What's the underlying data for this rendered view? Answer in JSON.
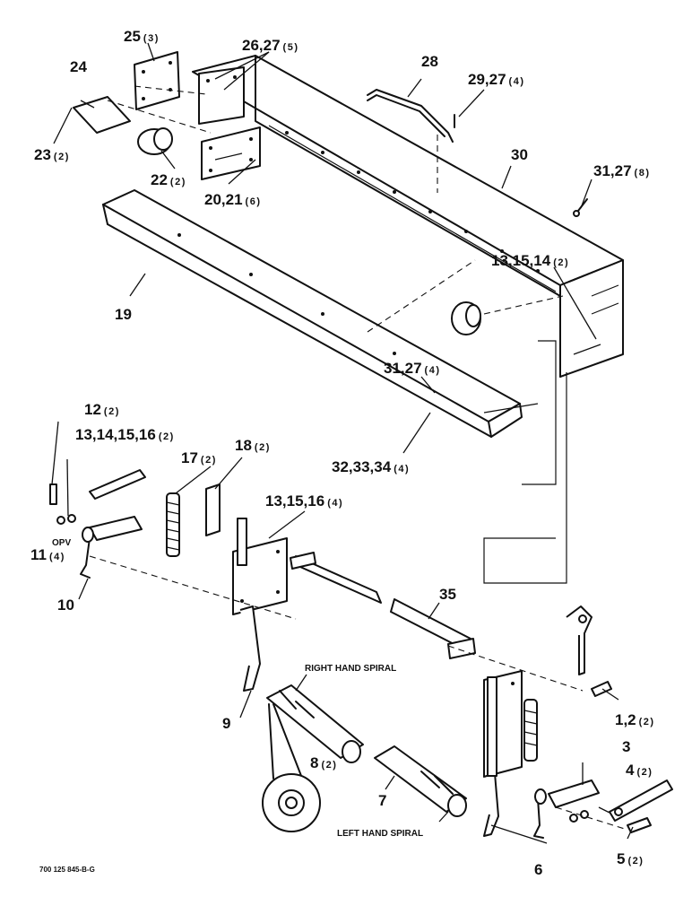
{
  "callouts": {
    "c1": {
      "label": "1,2",
      "qty": "(2)"
    },
    "c3": {
      "label": "3",
      "qty": ""
    },
    "c4": {
      "label": "4",
      "qty": "(2)"
    },
    "c5": {
      "label": "5",
      "qty": "(2)"
    },
    "c6": {
      "label": "6",
      "qty": ""
    },
    "c7": {
      "label": "7",
      "qty": ""
    },
    "c8": {
      "label": "8",
      "qty": "(2)"
    },
    "c9": {
      "label": "9",
      "qty": ""
    },
    "c10": {
      "label": "10",
      "qty": ""
    },
    "c11": {
      "label": "11",
      "qty": "(4)"
    },
    "c12": {
      "label": "12",
      "qty": "(2)"
    },
    "c13a": {
      "label": "13,14,15,16",
      "qty": "(2)"
    },
    "c13b": {
      "label": "13,15,16",
      "qty": "(4)"
    },
    "c13c": {
      "label": "13,15,14",
      "qty": "(2)"
    },
    "c17": {
      "label": "17",
      "qty": "(2)"
    },
    "c18": {
      "label": "18",
      "qty": "(2)"
    },
    "c19": {
      "label": "19",
      "qty": ""
    },
    "c20": {
      "label": "20,21",
      "qty": "(6)"
    },
    "c22": {
      "label": "22",
      "qty": "(2)"
    },
    "c23": {
      "label": "23",
      "qty": "(2)"
    },
    "c24": {
      "label": "24",
      "qty": ""
    },
    "c25": {
      "label": "25",
      "qty": "(3)"
    },
    "c26": {
      "label": "26,27",
      "qty": "(5)"
    },
    "c28": {
      "label": "28",
      "qty": ""
    },
    "c29": {
      "label": "29,27",
      "qty": "(4)"
    },
    "c30": {
      "label": "30",
      "qty": ""
    },
    "c31a": {
      "label": "31,27",
      "qty": "(8)"
    },
    "c31b": {
      "label": "31,27",
      "qty": "(4)"
    },
    "c32": {
      "label": "32,33,34",
      "qty": "(4)"
    },
    "c35": {
      "label": "35",
      "qty": ""
    }
  },
  "notes": {
    "right_hand_spiral": "RIGHT HAND SPIRAL",
    "left_hand_spiral": "LEFT HAND SPIRAL",
    "opv": "OPV"
  },
  "drawing_number": "700 125 845-B-G"
}
